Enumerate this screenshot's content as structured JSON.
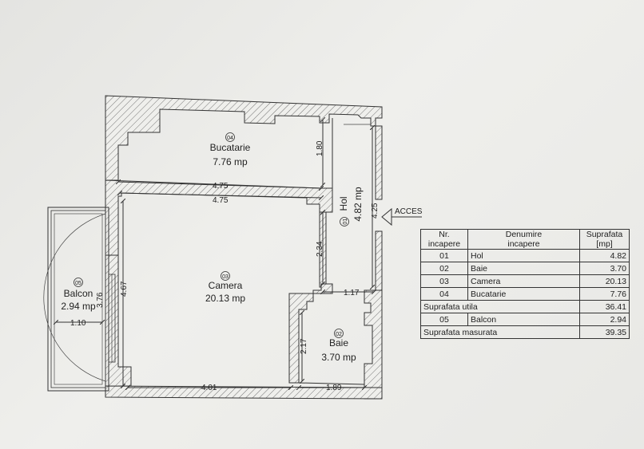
{
  "rooms": {
    "hol": {
      "num": "01",
      "name": "Hol",
      "area": "4.82 mp"
    },
    "baie": {
      "num": "02",
      "name": "Baie",
      "area": "3.70 mp"
    },
    "camera": {
      "num": "03",
      "name": "Camera",
      "area": "20.13 mp"
    },
    "bucatarie": {
      "num": "04",
      "name": "Bucatarie",
      "area": "7.76 mp"
    },
    "balcon": {
      "num": "05",
      "name": "Balcon",
      "area": "2.94 mp"
    }
  },
  "dimensions": {
    "kitchen_width_top": "4.75",
    "kitchen_width_bottom": "4.75",
    "kitchen_depth": "1.80",
    "hall_depth": "4.25",
    "camera_height": "4.67",
    "camera_side": "2.34",
    "hall_to_bath": "1.17",
    "bath_height": "2.17",
    "bottom_left": "4.01",
    "bottom_right": "1.89",
    "balcony_height": "3.76",
    "balcony_width": "1.10"
  },
  "access_label": "ACCES",
  "table": {
    "headers": {
      "nr": [
        "Nr.",
        "incapere"
      ],
      "denumire": [
        "Denumire",
        "incapere"
      ],
      "suprafata": [
        "Suprafata",
        "[mp]"
      ]
    },
    "rows": [
      {
        "nr": "01",
        "name": "Hol",
        "value": "4.82"
      },
      {
        "nr": "02",
        "name": "Baie",
        "value": "3.70"
      },
      {
        "nr": "03",
        "name": "Camera",
        "value": "20.13"
      },
      {
        "nr": "04",
        "name": "Bucatarie",
        "value": "7.76"
      }
    ],
    "utila": {
      "label": "Suprafata utila",
      "value": "36.41"
    },
    "balcon_row": {
      "nr": "05",
      "name": "Balcon",
      "value": "2.94"
    },
    "masurata": {
      "label": "Suprafata masurata",
      "value": "39.35"
    }
  }
}
